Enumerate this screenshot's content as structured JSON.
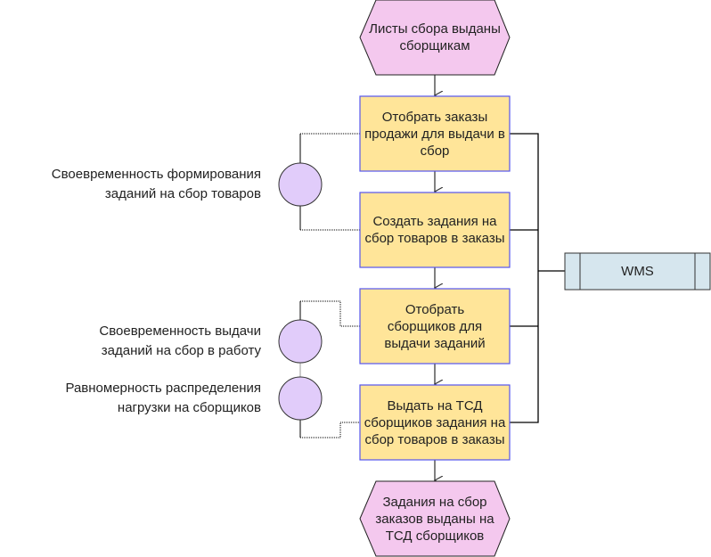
{
  "events": {
    "start": "Листы сбора выданы сборщикам",
    "end": "Задания на сбор заказов выданы на ТСД сборщиков"
  },
  "functions": [
    "Отобрать заказы продажи для выдачи в сбор",
    "Создать задания на сбор товаров в заказы",
    "Отобрать сборщиков для выдачи заданий",
    "Выдать на ТСД сборщиков задания на сбор товаров в заказы"
  ],
  "kpis": [
    "Своевременность формирования заданий на сбор товаров",
    "Своевременность выдачи заданий на сбор в работу",
    "Равномерность распределения нагрузки на сборщиков"
  ],
  "system": "WMS",
  "colors": {
    "event": "#f4c8ee",
    "function": "#ffe599",
    "kpi": "#e1ccfa",
    "system": "#d6e6ee"
  }
}
